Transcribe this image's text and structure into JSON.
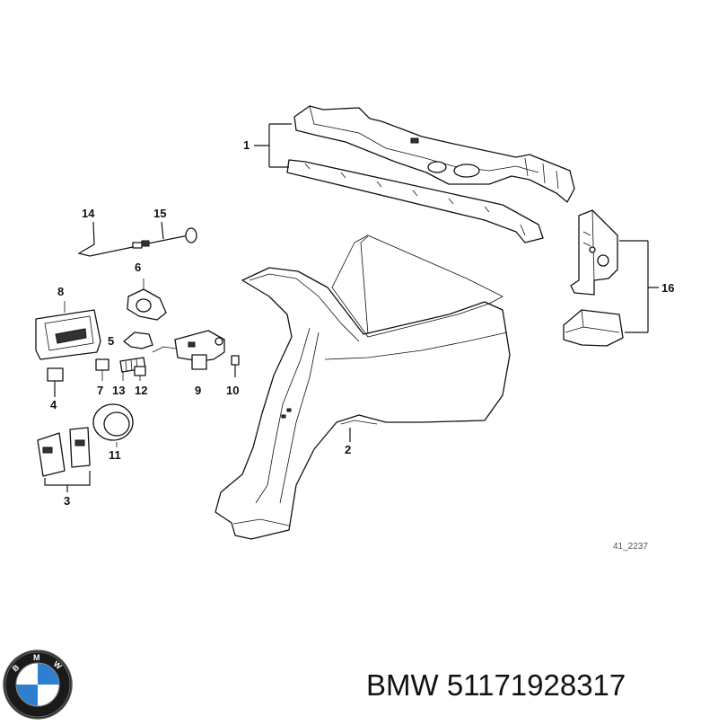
{
  "diagram": {
    "drawing_id": "41_2237",
    "callouts": [
      "1",
      "2",
      "3",
      "4",
      "5",
      "6",
      "7",
      "8",
      "9",
      "10",
      "11",
      "12",
      "13",
      "14",
      "15",
      "16"
    ]
  },
  "caption": {
    "brand": "BMW",
    "part_number": "51171928317"
  },
  "logo": {
    "letters": "BMW",
    "colors": {
      "ring": "#1a1a1a",
      "blue": "#2e7fd0",
      "white": "#ffffff"
    }
  }
}
